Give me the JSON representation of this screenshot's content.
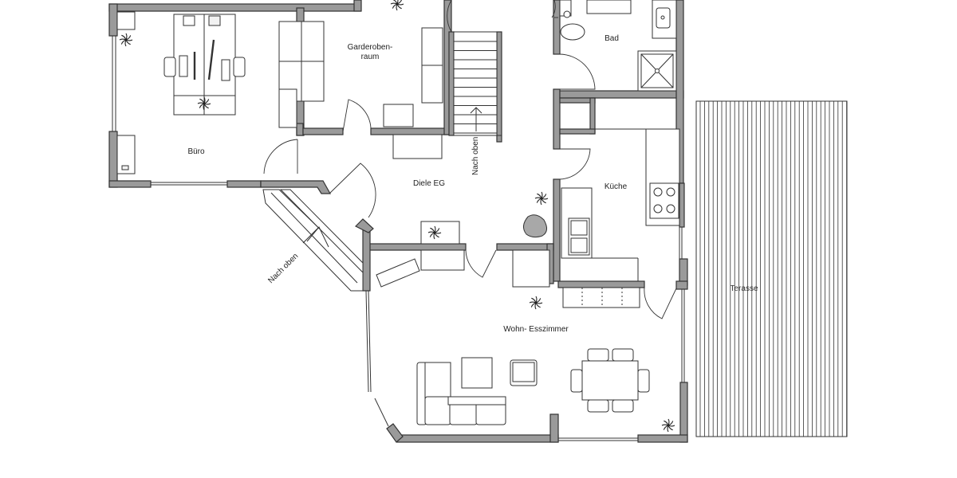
{
  "rooms": {
    "buero": "Büro",
    "garderobe_line1": "Garderoben-",
    "garderobe_line2": "raum",
    "bad": "Bad",
    "diele": "Diele EG",
    "kueche": "Küche",
    "terasse": "Terasse",
    "wohnen": "Wohn- Esszimmer"
  },
  "stairs": {
    "inner_label": "Nach oben",
    "outer_label": "Nach oben"
  },
  "icons": [
    "plant-icon",
    "toilet-icon",
    "sink-icon",
    "shower-icon",
    "stove-icon",
    "sofa-icon",
    "dining-table-icon",
    "desk-icon"
  ],
  "colors": {
    "wall_fill": "#9a9a9a",
    "line": "#333333",
    "boulder": "#a8a8a8"
  }
}
